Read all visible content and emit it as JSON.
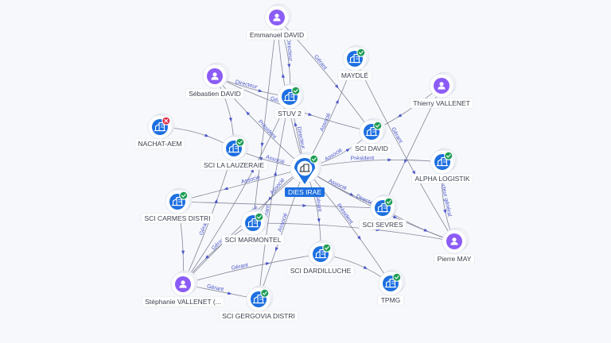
{
  "center": {
    "id": "dies_irae",
    "label": "DIES IRAE",
    "kind": "company",
    "status": "active"
  },
  "nodes": [
    {
      "id": "emmanuel",
      "label": "Emmanuel DAVID",
      "kind": "person"
    },
    {
      "id": "maydle",
      "label": "MAYDLÉ",
      "kind": "company",
      "status": "active"
    },
    {
      "id": "thierry",
      "label": "Thierry VALLENET",
      "kind": "person"
    },
    {
      "id": "sebastien",
      "label": "Sébastien DAVID",
      "kind": "person"
    },
    {
      "id": "stuv2",
      "label": "STUV 2",
      "kind": "company",
      "status": "active"
    },
    {
      "id": "nachat",
      "label": "NACHAT-AEM",
      "kind": "company",
      "status": "closed"
    },
    {
      "id": "sci_david",
      "label": "SCI DAVID",
      "kind": "company",
      "status": "active"
    },
    {
      "id": "alpha",
      "label": "ALPHA LOGISTIK",
      "kind": "company",
      "status": "active"
    },
    {
      "id": "lauzeraie",
      "label": "SCI LA LAUZERAIE",
      "kind": "company",
      "status": "active"
    },
    {
      "id": "carmes",
      "label": "SCI CARMES DISTRI",
      "kind": "company",
      "status": "active"
    },
    {
      "id": "sevres",
      "label": "SCI SEVRES",
      "kind": "company",
      "status": "active"
    },
    {
      "id": "marmontel",
      "label": "SCI MARMONTEL",
      "kind": "company",
      "status": "active"
    },
    {
      "id": "pierre",
      "label": "Pierre MAY",
      "kind": "person"
    },
    {
      "id": "dardilluche",
      "label": "SCI DARDILLUCHE",
      "kind": "company",
      "status": "active"
    },
    {
      "id": "stephanie",
      "label": "Stéphanie VALLENET (...",
      "kind": "person"
    },
    {
      "id": "tpmg",
      "label": "TPMG",
      "kind": "company",
      "status": "active"
    },
    {
      "id": "gergovia",
      "label": "SCI GERGOVIA DISTRI",
      "kind": "company",
      "status": "active"
    }
  ],
  "edges": [
    {
      "from": "dies_irae",
      "to": "emmanuel",
      "label": "Président"
    },
    {
      "from": "dies_irae",
      "to": "sebastien",
      "label": "Président"
    },
    {
      "from": "dies_irae",
      "to": "stuv2",
      "label": "Directeur"
    },
    {
      "from": "dies_irae",
      "to": "maydle",
      "label": "Associé"
    },
    {
      "from": "dies_irae",
      "to": "sci_david",
      "label": "Associé"
    },
    {
      "from": "dies_irae",
      "to": "alpha",
      "label": "Président"
    },
    {
      "from": "dies_irae",
      "to": "lauzeraie",
      "label": "Associé"
    },
    {
      "from": "dies_irae",
      "to": "carmes",
      "label": "Associé"
    },
    {
      "from": "dies_irae",
      "to": "sevres",
      "label": "Associé"
    },
    {
      "from": "dies_irae",
      "to": "marmontel",
      "label": "Associé"
    },
    {
      "from": "dies_irae",
      "to": "dardilluche",
      "label": "Gérant"
    },
    {
      "from": "dies_irae",
      "to": "tpmg",
      "label": "Président"
    },
    {
      "from": "dies_irae",
      "to": "gergovia",
      "label": "Associé"
    },
    {
      "from": "dies_irae",
      "to": "stephanie",
      "label": "Associé"
    },
    {
      "from": "dies_irae",
      "to": "pierre",
      "label": "Directeur"
    },
    {
      "from": "emmanuel",
      "to": "stuv2",
      "label": "Directeur"
    },
    {
      "from": "emmanuel",
      "to": "sci_david",
      "label": "Gérant"
    },
    {
      "from": "emmanuel",
      "to": "marmontel",
      "label": ""
    },
    {
      "from": "sebastien",
      "to": "stuv2",
      "label": "Directeur"
    },
    {
      "from": "sebastien",
      "to": "sci_david",
      "label": "Général"
    },
    {
      "from": "sebastien",
      "to": "lauzeraie",
      "label": ""
    },
    {
      "from": "thierry",
      "to": "sci_david",
      "label": ""
    },
    {
      "from": "thierry",
      "to": "sevres",
      "label": ""
    },
    {
      "from": "maydle",
      "to": "pierre",
      "label": "Gérant"
    },
    {
      "from": "alpha",
      "to": "pierre",
      "label": "Directeur général"
    },
    {
      "from": "nachat",
      "to": "lauzeraie",
      "label": ""
    },
    {
      "from": "carmes",
      "to": "stephanie",
      "label": ""
    },
    {
      "from": "carmes",
      "to": "sevres",
      "label": ""
    },
    {
      "from": "sevres",
      "to": "pierre",
      "label": ""
    },
    {
      "from": "marmontel",
      "to": "stephanie",
      "label": "Gérant"
    },
    {
      "from": "marmontel",
      "to": "pierre",
      "label": ""
    },
    {
      "from": "stephanie",
      "to": "dardilluche",
      "label": "Gérant"
    },
    {
      "from": "stephanie",
      "to": "gergovia",
      "label": "Gérant"
    },
    {
      "from": "stephanie",
      "to": "lauzeraie",
      "label": "Gérant"
    },
    {
      "from": "stephanie",
      "to": "stuv2",
      "label": ""
    },
    {
      "from": "dardilluche",
      "to": "tpmg",
      "label": ""
    },
    {
      "from": "gergovia",
      "to": "stuv2",
      "label": "Gérant"
    }
  ],
  "colors": {
    "person": "#8b5cf6",
    "company": "#1d6fe0",
    "active_badge": "#1f9d55",
    "closed_badge": "#e0314b",
    "edge": "#6e7388",
    "edge_label": "#4a55c9"
  },
  "icons": {
    "person": "person-icon",
    "company": "building-icon",
    "active_badge": "check-badge-icon",
    "closed_badge": "cross-badge-icon"
  }
}
